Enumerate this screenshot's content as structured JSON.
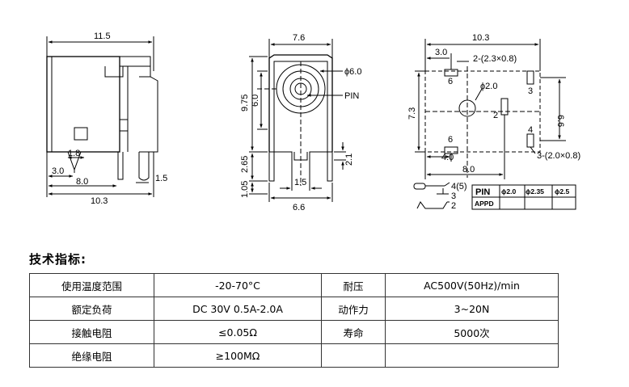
{
  "drawing": {
    "side": {
      "w_11_5": "11.5",
      "d_1_8": "1.8",
      "d_3_0": "3.0",
      "d_8_0": "8.0",
      "d_1_5": "1.5",
      "d_10_3": "10.3"
    },
    "front": {
      "w_7_6": "7.6",
      "dia_6_0": "ϕ6.0",
      "pin": "PIN",
      "h_9_75": "9.75",
      "h_6_0": "6.0",
      "h_2_65": "2.65",
      "h_1_05": "1.05",
      "h_2_1": "2.1",
      "w_1_5": "1.5",
      "w_6_6": "6.6"
    },
    "footprint": {
      "w_10_3": "10.3",
      "w_3_0": "3.0",
      "slot_2": "2-(2.3×0.8)",
      "pad_6_top": "6",
      "pad_3": "3",
      "dia_2_0": "ϕ2.0",
      "pad_2": "2",
      "h_7_3": "7.3",
      "h_6_6": "6.6",
      "pad_6_bot": "6",
      "pad_4": "4",
      "w_4_0": "4.0",
      "slot_3": "3-(2.0×0.8)",
      "w_8_0": "8.0"
    },
    "schematic": {
      "t4": "4(5)",
      "t3": "3",
      "t2": "2"
    },
    "pin_table": {
      "header": [
        "PIN",
        "ϕ2.0",
        "ϕ2.35",
        "ϕ2.5"
      ],
      "row_label": "APPD"
    }
  },
  "specs": {
    "heading": "技术指标:",
    "rows": [
      [
        "使用温度范围",
        "-20-70°C",
        "耐压",
        "AC500V(50Hz)/min"
      ],
      [
        "额定负荷",
        "DC 30V 0.5A-2.0A",
        "动作力",
        "3~20N"
      ],
      [
        "接触电阻",
        "≤0.05Ω",
        "寿命",
        "5000次"
      ],
      [
        "绝缘电阻",
        "≥100MΩ",
        "",
        ""
      ]
    ]
  }
}
